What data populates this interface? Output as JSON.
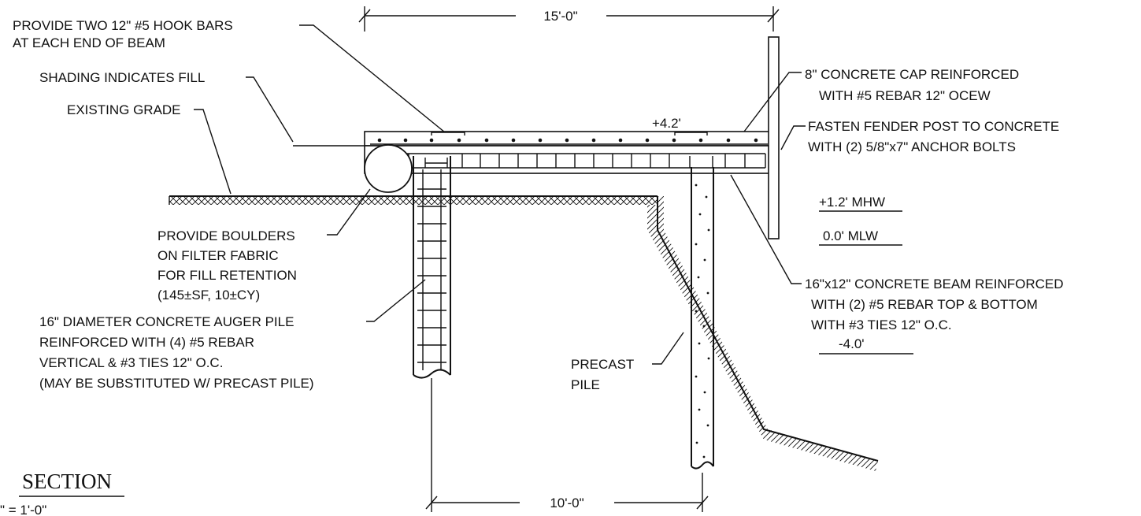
{
  "dimensions": {
    "top_span": "15'-0\"",
    "bottom_span": "10'-0\""
  },
  "elevations": {
    "cap_top": "+4.2'",
    "mhw": "+1.2' MHW",
    "mlw": "0.0' MLW",
    "beam_bottom": "-4.0'"
  },
  "notes": {
    "hook_bars": [
      "PROVIDE TWO 12\" #5 HOOK BARS",
      "AT EACH END OF BEAM"
    ],
    "shading": "SHADING INDICATES FILL",
    "existing_grade": "EXISTING GRADE",
    "cap": [
      "8\" CONCRETE CAP REINFORCED",
      "WITH #5 REBAR 12\" OCEW"
    ],
    "fender": [
      "FASTEN FENDER POST TO CONCRETE",
      "WITH (2) 5/8\"x7\" ANCHOR BOLTS"
    ],
    "boulders": [
      "PROVIDE BOULDERS",
      "ON FILTER FABRIC",
      "FOR FILL RETENTION",
      "(145±SF, 10±CY)"
    ],
    "beam": [
      "16\"x12\" CONCRETE BEAM REINFORCED",
      "WITH (2) #5 REBAR TOP & BOTTOM",
      "WITH #3 TIES 12\" O.C."
    ],
    "auger_pile": [
      "16\" DIAMETER CONCRETE AUGER PILE",
      "REINFORCED WITH (4) #5 REBAR",
      "VERTICAL & #3 TIES 12\" O.C.",
      "(MAY BE SUBSTITUTED W/ PRECAST PILE)"
    ],
    "precast": [
      "PRECAST",
      "PILE"
    ]
  },
  "title": {
    "name": "SECTION",
    "scale": "\" = 1'-0\""
  }
}
